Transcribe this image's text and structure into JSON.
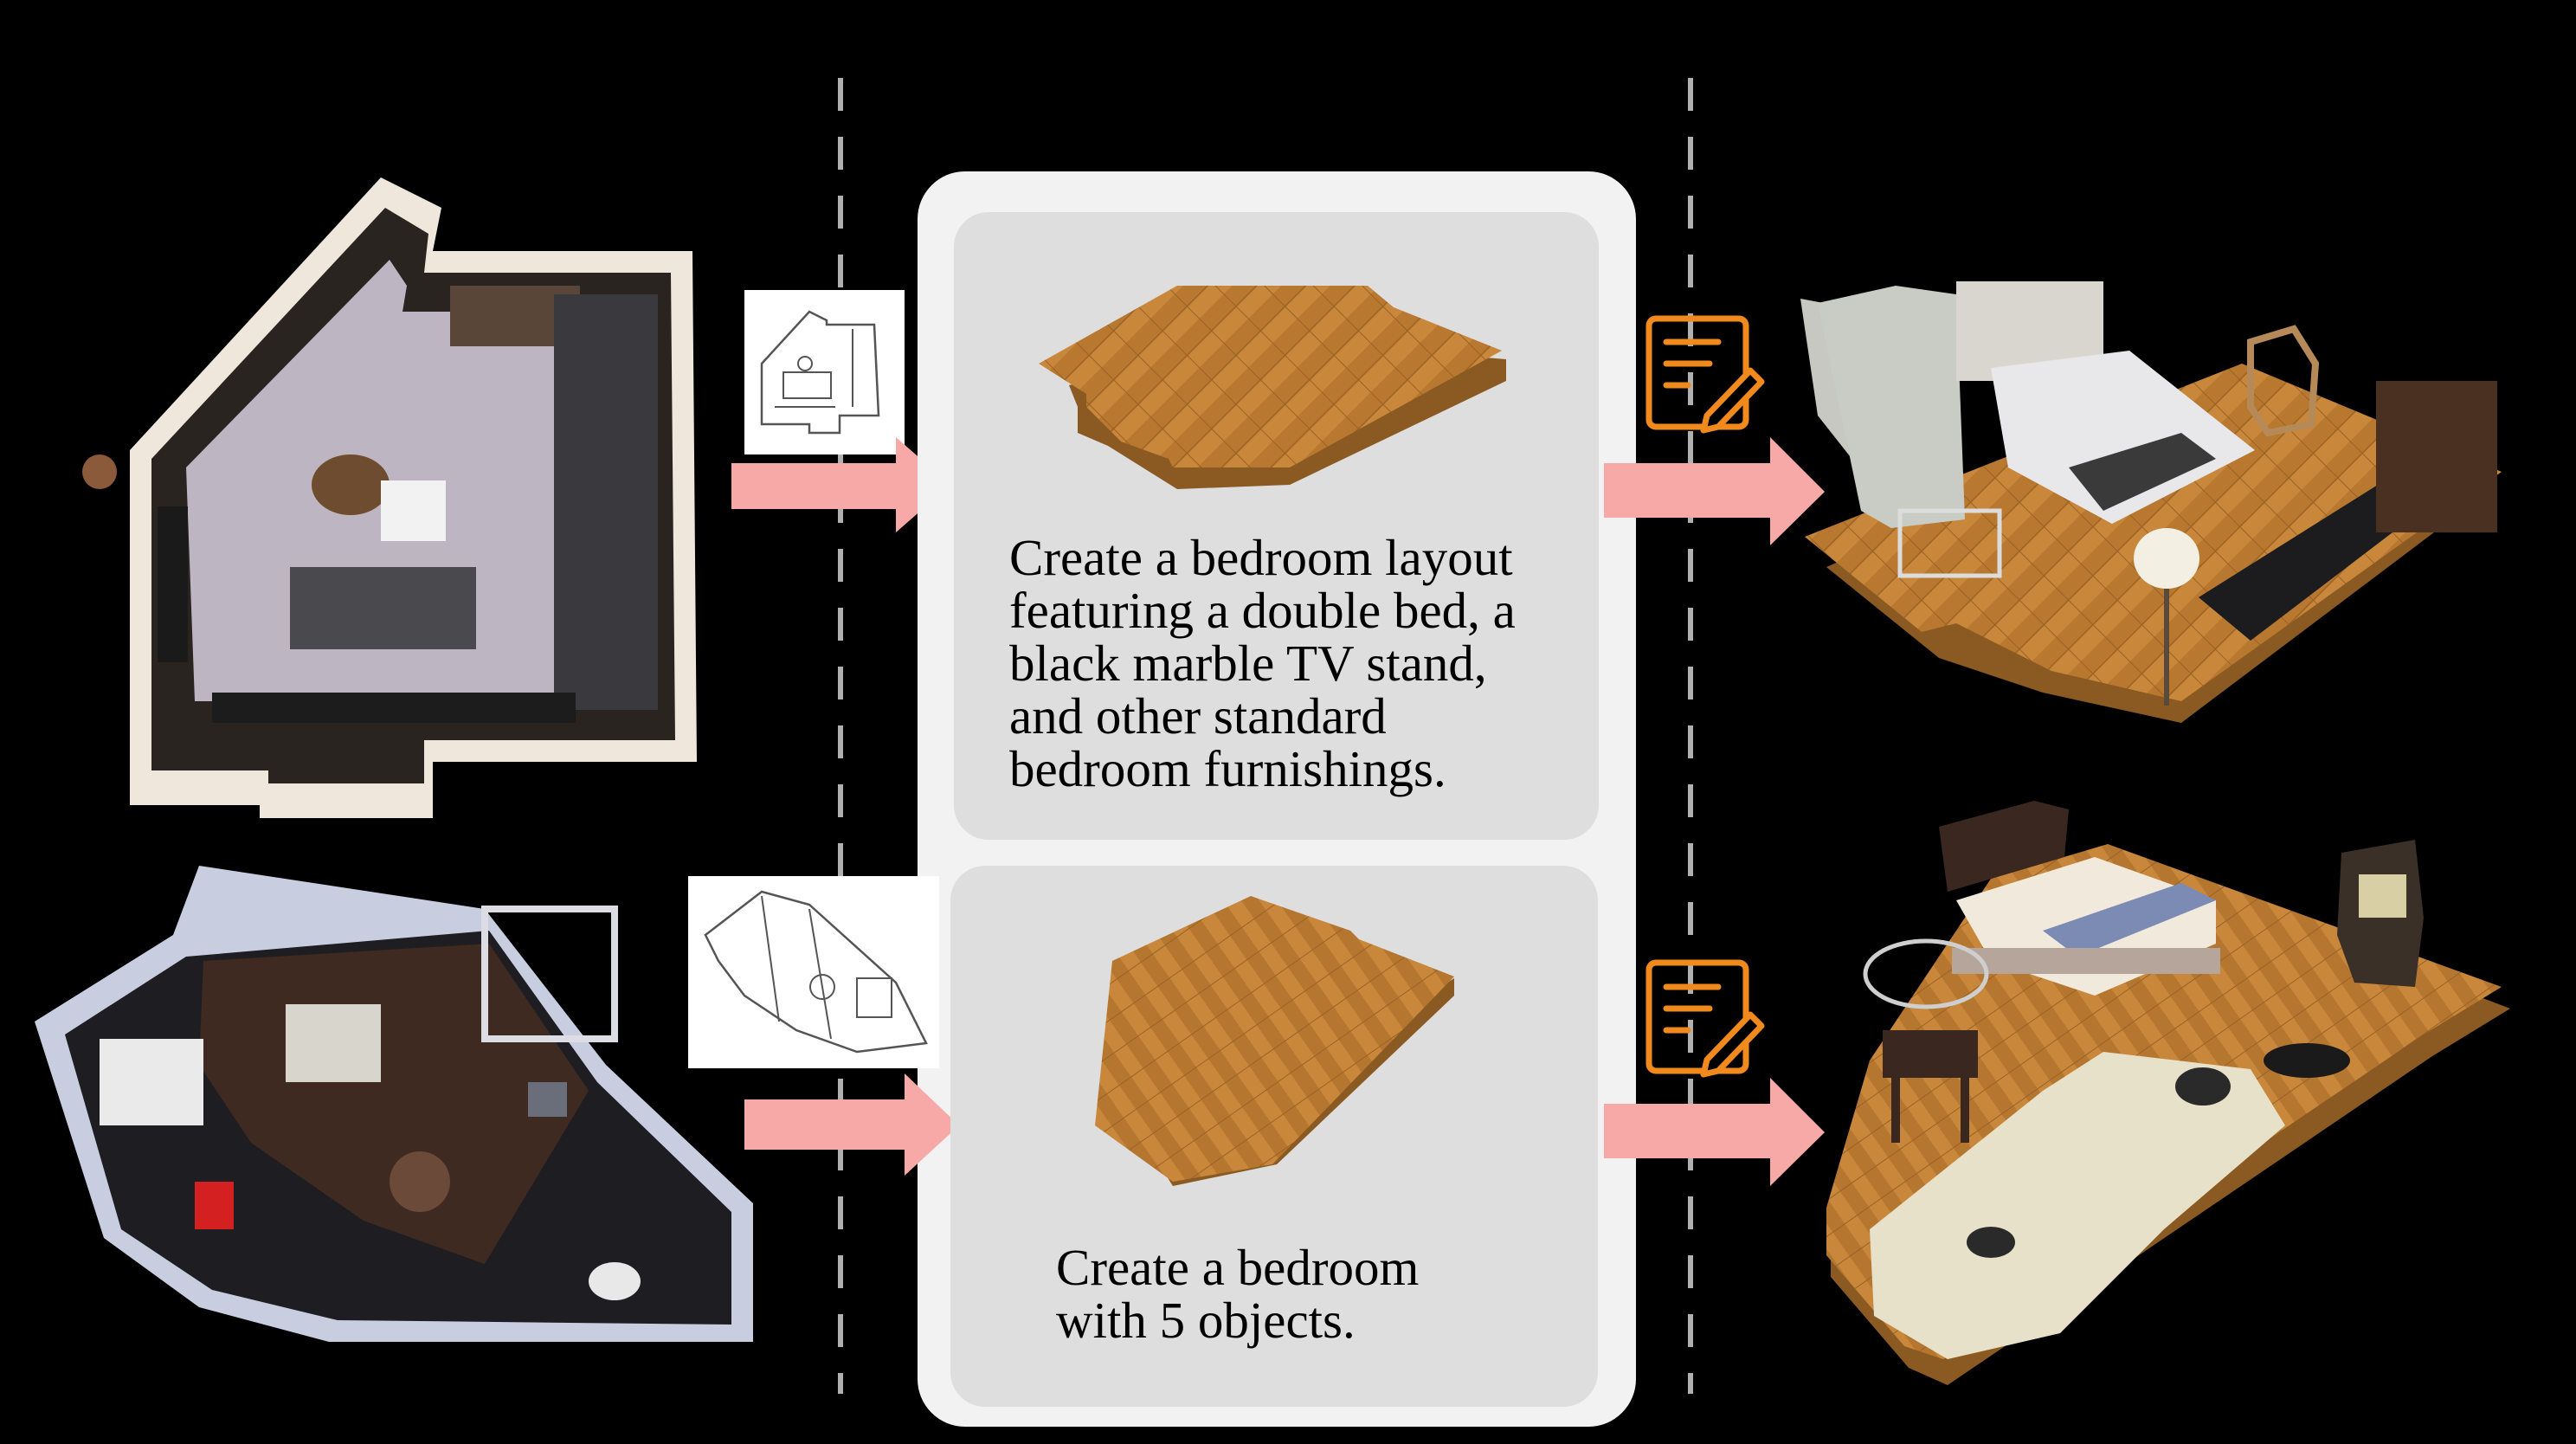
{
  "diagram": {
    "colors": {
      "background": "#000000",
      "panel_outer": "#f2f2f2",
      "panel_inner": "#dedede",
      "arrow": "#f7a9a8",
      "note_icon": "#f08a1c",
      "divider": "#b0b0b0",
      "floor": "#c8873a",
      "floor_dark": "#8a5a22"
    },
    "rows": [
      {
        "prompt": "Create a bedroom layout\nfeaturing a double bed, a\nblack marble TV stand,\nand other standard\nbedroom furnishings.",
        "input_icon": "floorplan-render-image",
        "sketch_icon": "floorplan-sketch-image",
        "edit_icon": "note-edit-icon",
        "output_icon": "furnished-bedroom-3d-render"
      },
      {
        "prompt": "Create a bedroom\nwith 5 objects.",
        "input_icon": "apartment-3d-render-image",
        "sketch_icon": "floorplan-sketch-image",
        "edit_icon": "note-edit-icon",
        "output_icon": "bedroom-with-sofa-3d-render"
      }
    ]
  }
}
